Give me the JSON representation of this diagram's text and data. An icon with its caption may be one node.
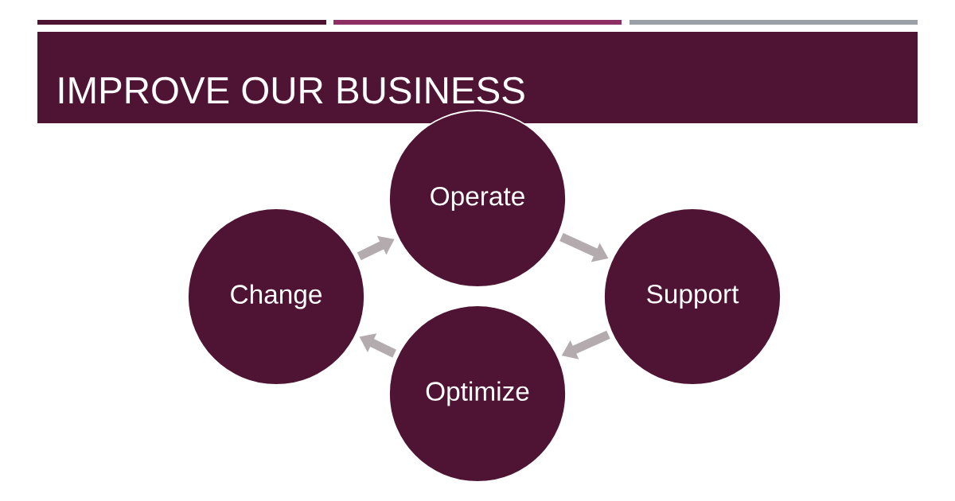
{
  "diagram": {
    "title": "IMPROVE OUR BUSINESS",
    "nodes": [
      {
        "text": [
          "Operate"
        ]
      },
      {
        "text": [
          "Support"
        ]
      },
      {
        "text": [
          "Optimize"
        ]
      },
      {
        "text": [
          "Change"
        ]
      }
    ],
    "edges": [
      {
        "from": 0,
        "to": 1,
        "arrow": "to"
      },
      {
        "from": 1,
        "to": 2,
        "arrow": "to"
      },
      {
        "from": 2,
        "to": 3,
        "arrow": "to"
      },
      {
        "from": 3,
        "to": 0,
        "arrow": "to"
      }
    ]
  }
}
